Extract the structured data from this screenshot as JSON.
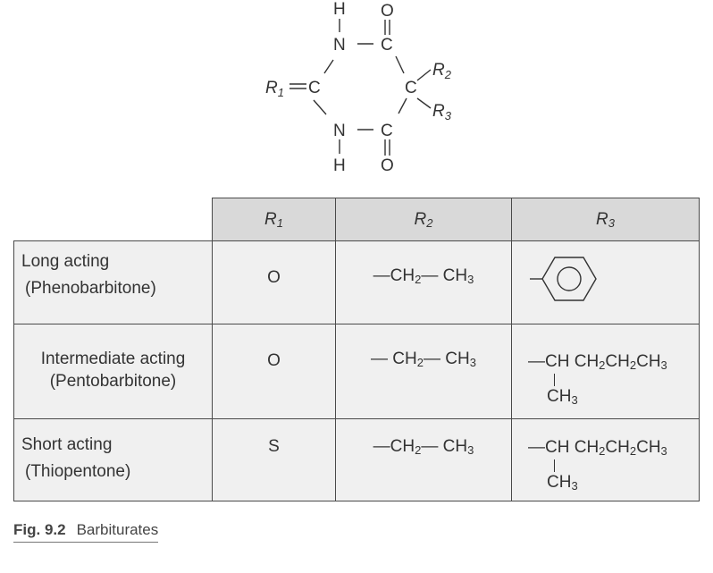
{
  "structure": {
    "atoms": {
      "h_top": "H",
      "n_top": "N",
      "c_top": "C",
      "o_top": "O",
      "r1": "R",
      "r1_sub": "1",
      "eq_c": "C",
      "c_right": "C",
      "r2": "R",
      "r2_sub": "2",
      "r3": "R",
      "r3_sub": "3",
      "n_bottom": "N",
      "h_bottom": "H",
      "c_bottom": "C",
      "o_bottom": "O"
    }
  },
  "table": {
    "headers": [
      {
        "sym": "R",
        "sub": "1"
      },
      {
        "sym": "R",
        "sub": "2"
      },
      {
        "sym": "R",
        "sub": "3"
      }
    ],
    "rows": [
      {
        "label": "Long acting",
        "drug": "(Phenobarbitone)",
        "r1": "O",
        "r2": {
          "a": "—CH",
          "a_sub": "2",
          "b": "— CH",
          "b_sub": "3"
        },
        "r3_icon": "benzene-ring-icon"
      },
      {
        "label": "Intermediate acting",
        "drug": "(Pentobarbitone)",
        "r1": "O",
        "r2": {
          "a": "— CH",
          "a_sub": "2",
          "b": "— CH",
          "b_sub": "3"
        },
        "r3": {
          "main": "—CH CH",
          "s1": "2",
          "m2": "CH",
          "s2": "2",
          "m3": "CH",
          "s3": "3",
          "branch": "CH",
          "branch_sub": "3"
        }
      },
      {
        "label": "Short acting",
        "drug": "(Thiopentone)",
        "r1": "S",
        "r2": {
          "a": "—CH",
          "a_sub": "2",
          "b": "— CH",
          "b_sub": "3"
        },
        "r3": {
          "main": "—CH CH",
          "s1": "2",
          "m2": "CH",
          "s2": "2",
          "m3": "CH",
          "s3": "3",
          "branch": "CH",
          "branch_sub": "3"
        }
      }
    ]
  },
  "caption": {
    "fig": "Fig. 9.2",
    "title": "Barbiturates"
  }
}
